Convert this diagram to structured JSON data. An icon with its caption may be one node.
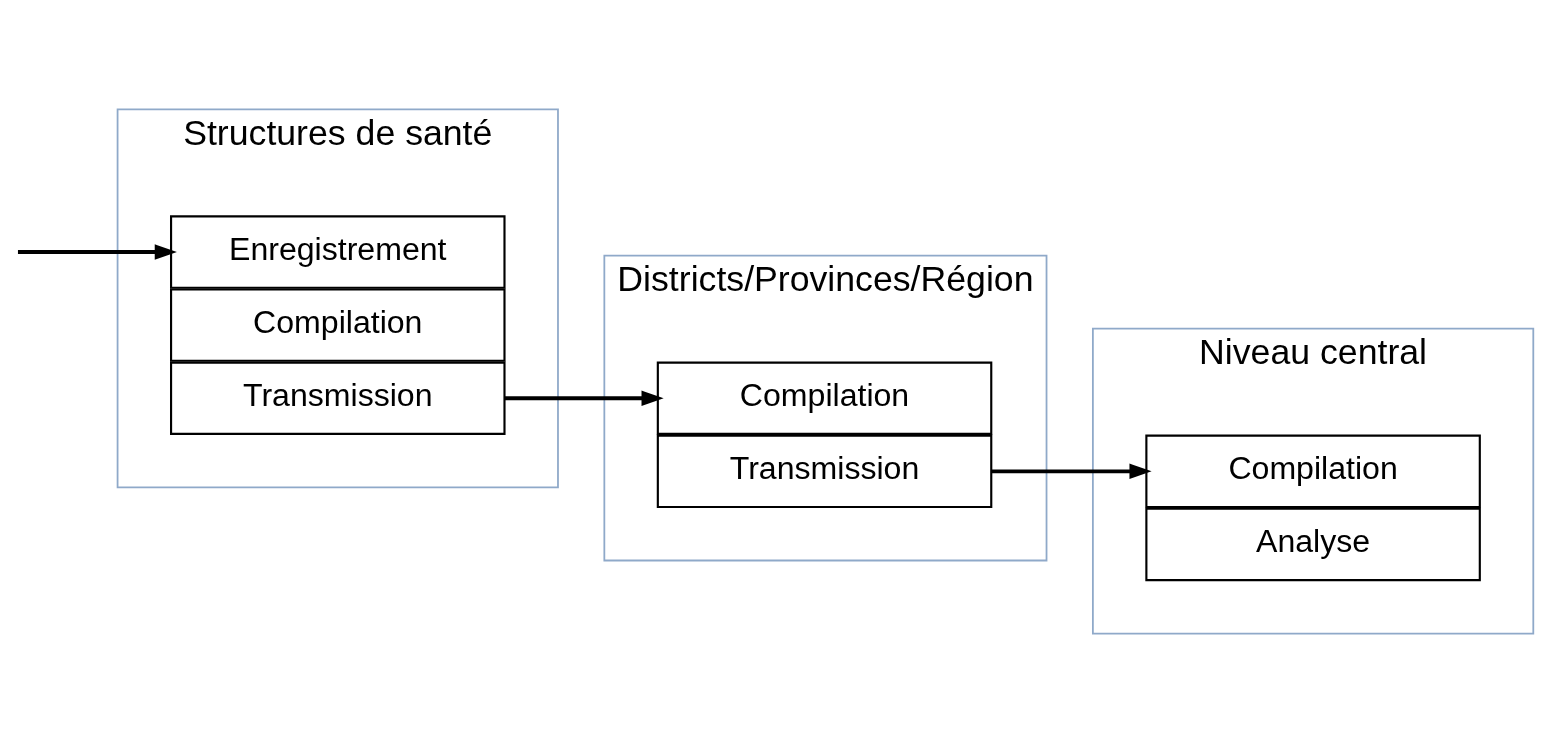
{
  "diagram": {
    "nodes": [
      {
        "text": [
          "Structures de santé"
        ]
      },
      {
        "text": [
          "Districts/Provinces/Région"
        ]
      },
      {
        "text": [
          "Niveau central"
        ]
      },
      {
        "text": [
          "Enregistrement"
        ],
        "in": 0
      },
      {
        "text": [
          "Compilation"
        ],
        "in": 0
      },
      {
        "text": [
          "Transmission"
        ],
        "in": 0
      },
      {
        "text": [
          "Compilation"
        ],
        "in": 1
      },
      {
        "text": [
          "Transmission"
        ],
        "in": 1
      },
      {
        "text": [
          "Compilation"
        ],
        "in": 2
      },
      {
        "text": [
          "Analyse"
        ],
        "in": 2
      }
    ],
    "edges": [
      {
        "from": null,
        "to": 3,
        "arrow": "to"
      },
      {
        "from": 5,
        "to": 6,
        "arrow": "to"
      },
      {
        "from": 7,
        "to": 8,
        "arrow": "to"
      }
    ]
  }
}
